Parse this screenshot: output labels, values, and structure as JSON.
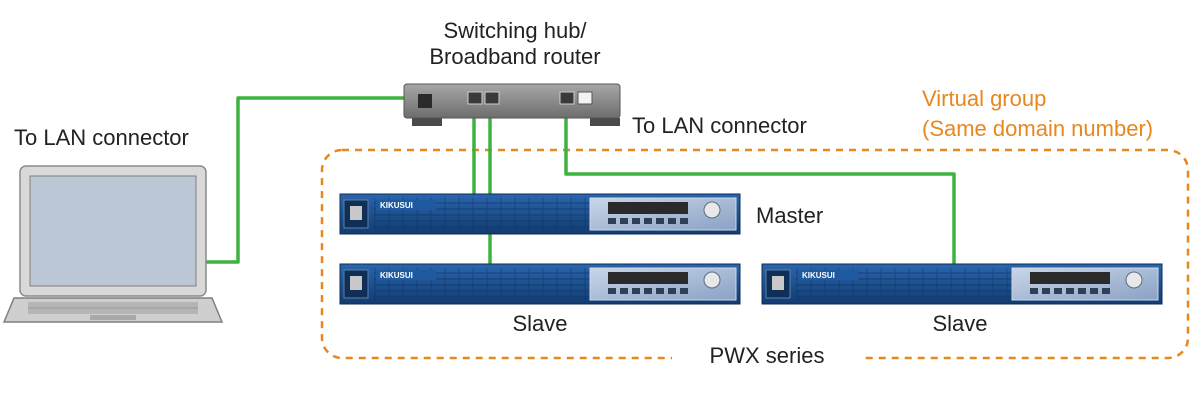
{
  "labels": {
    "hub_line1": "Switching hub/",
    "hub_line2": "Broadband router",
    "lan_left": "To LAN connector",
    "lan_right": "To LAN connector",
    "virtual_group_line1": "Virtual group",
    "virtual_group_line2": "(Same domain number)",
    "master": "Master",
    "slave_left": "Slave",
    "slave_right": "Slave",
    "series": "PWX series"
  },
  "units": {
    "brand_text": "KIKUSUI"
  },
  "colors": {
    "cable": "#3db33d",
    "group_border": "#e8871e",
    "group_text": "#e8871e",
    "unit_body": "#1d4f8e",
    "hub_body": "#8c8c8c",
    "text": "#222222"
  }
}
